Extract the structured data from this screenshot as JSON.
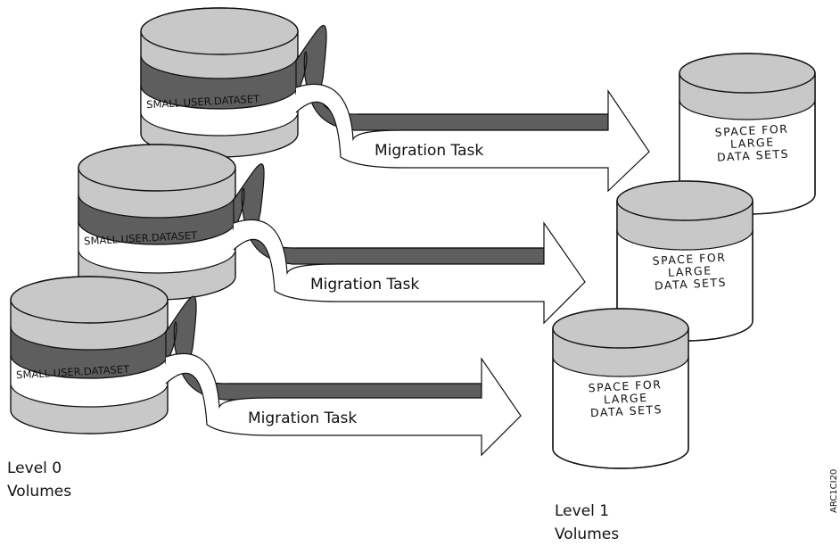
{
  "level0": {
    "line1": "Level 0",
    "line2": "Volumes",
    "volumes": [
      {
        "label": "SMALL.USER.DATASET"
      },
      {
        "label": "SMALL.USER.DATASET"
      },
      {
        "label": "SMALL.USER.DATASET"
      }
    ]
  },
  "level1": {
    "line1": "Level 1",
    "line2": "Volumes",
    "volumes": [
      {
        "line1": "SPACE FOR",
        "line2": "LARGE",
        "line3": "DATA SETS"
      },
      {
        "line1": "SPACE FOR",
        "line2": "LARGE",
        "line3": "DATA SETS"
      },
      {
        "line1": "SPACE FOR",
        "line2": "LARGE",
        "line3": "DATA SETS"
      }
    ]
  },
  "tasks": [
    {
      "label": "Migration Task"
    },
    {
      "label": "Migration Task"
    },
    {
      "label": "Migration Task"
    }
  ],
  "figure_code": "ARC1CI20",
  "colors": {
    "disk_gray": "#c8c8c8",
    "band_dark": "#5e5e5e",
    "outline": "#111111",
    "background": "#ffffff"
  }
}
